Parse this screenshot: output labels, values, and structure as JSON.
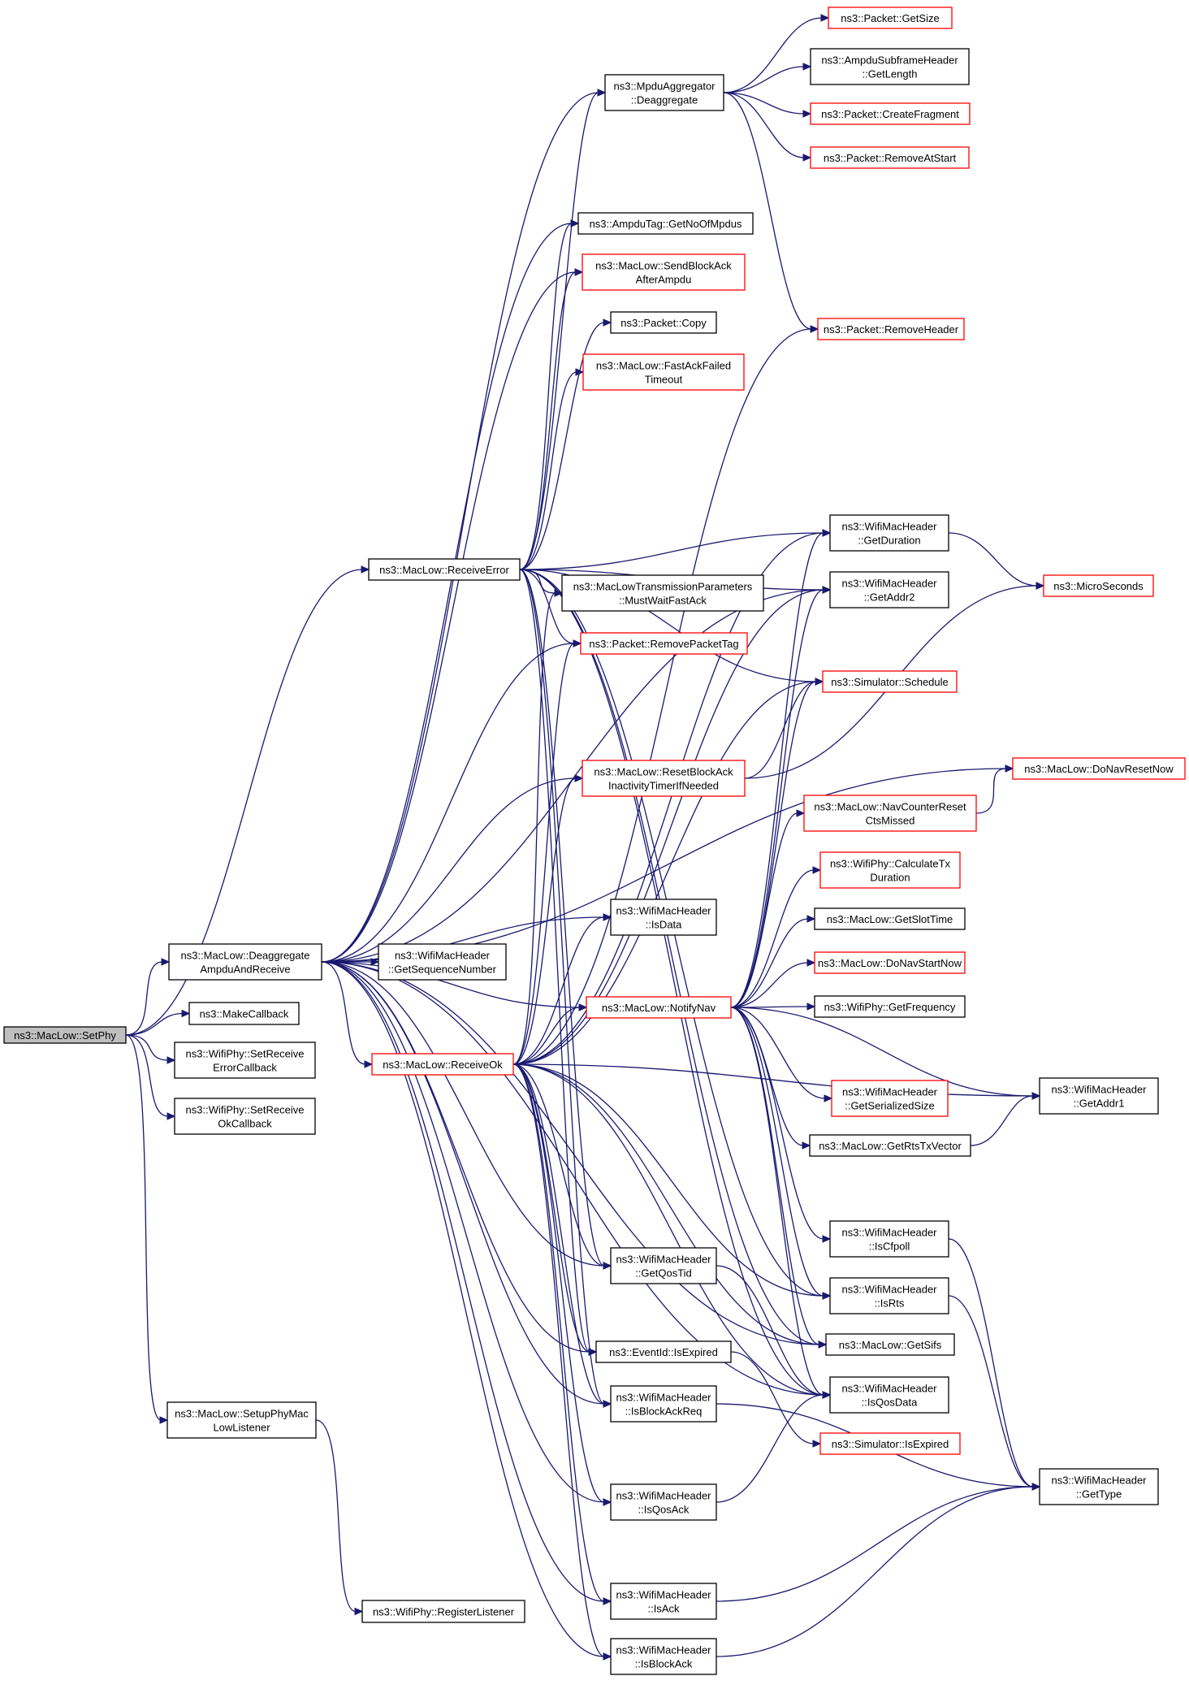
{
  "colors": {
    "edge": "#191970",
    "node_border": "#000000",
    "missing_border": "#ff0000",
    "root_fill": "#bfbfbf"
  },
  "nodes": {
    "setphy": {
      "lines": [
        "ns3::MacLow::SetPhy"
      ],
      "style": "root"
    },
    "deagg_recv": {
      "lines": [
        "ns3::MacLow::Deaggregate",
        "AmpduAndReceive"
      ],
      "style": "normal"
    },
    "makecallback": {
      "lines": [
        "ns3::MakeCallback"
      ],
      "style": "normal"
    },
    "setrecverr": {
      "lines": [
        "ns3::WifiPhy::SetReceive",
        "ErrorCallback"
      ],
      "style": "normal"
    },
    "setrecvok": {
      "lines": [
        "ns3::WifiPhy::SetReceive",
        "OkCallback"
      ],
      "style": "normal"
    },
    "setupphy": {
      "lines": [
        "ns3::MacLow::SetupPhyMac",
        "LowListener"
      ],
      "style": "normal"
    },
    "recverror": {
      "lines": [
        "ns3::MacLow::ReceiveError"
      ],
      "style": "normal"
    },
    "recvok": {
      "lines": [
        "ns3::MacLow::ReceiveOk"
      ],
      "style": "red"
    },
    "getseqnum": {
      "lines": [
        "ns3::WifiMacHeader",
        "::GetSequenceNumber"
      ],
      "style": "normal"
    },
    "mpdu_deagg": {
      "lines": [
        "ns3::MpduAggregator",
        "::Deaggregate"
      ],
      "style": "normal"
    },
    "getnoofmpdus": {
      "lines": [
        "ns3::AmpduTag::GetNoOfMpdus"
      ],
      "style": "normal"
    },
    "sendblockack": {
      "lines": [
        "ns3::MacLow::SendBlockAck",
        "AfterAmpdu"
      ],
      "style": "red"
    },
    "pktcopy": {
      "lines": [
        "ns3::Packet::Copy"
      ],
      "style": "normal"
    },
    "fastackfailed": {
      "lines": [
        "ns3::MacLow::FastAckFailed",
        "Timeout"
      ],
      "style": "red"
    },
    "mustwait": {
      "lines": [
        "ns3::MacLowTransmissionParameters",
        "::MustWaitFastAck"
      ],
      "style": "normal"
    },
    "removepkttag": {
      "lines": [
        "ns3::Packet::RemovePacketTag"
      ],
      "style": "red"
    },
    "resetblockack": {
      "lines": [
        "ns3::MacLow::ResetBlockAck",
        "InactivityTimerIfNeeded"
      ],
      "style": "red"
    },
    "isdata": {
      "lines": [
        "ns3::WifiMacHeader",
        "::IsData"
      ],
      "style": "normal"
    },
    "notifynav": {
      "lines": [
        "ns3::MacLow::NotifyNav"
      ],
      "style": "red"
    },
    "getqostid": {
      "lines": [
        "ns3::WifiMacHeader",
        "::GetQosTid"
      ],
      "style": "normal"
    },
    "eventexpired": {
      "lines": [
        "ns3::EventId::IsExpired"
      ],
      "style": "normal"
    },
    "isblockackreq": {
      "lines": [
        "ns3::WifiMacHeader",
        "::IsBlockAckReq"
      ],
      "style": "normal"
    },
    "isqosack": {
      "lines": [
        "ns3::WifiMacHeader",
        "::IsQosAck"
      ],
      "style": "normal"
    },
    "isack": {
      "lines": [
        "ns3::WifiMacHeader",
        "::IsAck"
      ],
      "style": "normal"
    },
    "isblockack": {
      "lines": [
        "ns3::WifiMacHeader",
        "::IsBlockAck"
      ],
      "style": "normal"
    },
    "reglistener": {
      "lines": [
        "ns3::WifiPhy::RegisterListener"
      ],
      "style": "normal"
    },
    "getsize": {
      "lines": [
        "ns3::Packet::GetSize"
      ],
      "style": "red"
    },
    "subframelen": {
      "lines": [
        "ns3::AmpduSubframeHeader",
        "::GetLength"
      ],
      "style": "normal"
    },
    "createfrag": {
      "lines": [
        "ns3::Packet::CreateFragment"
      ],
      "style": "red"
    },
    "removeatstart": {
      "lines": [
        "ns3::Packet::RemoveAtStart"
      ],
      "style": "red"
    },
    "removeheader": {
      "lines": [
        "ns3::Packet::RemoveHeader"
      ],
      "style": "red"
    },
    "getduration": {
      "lines": [
        "ns3::WifiMacHeader",
        "::GetDuration"
      ],
      "style": "normal"
    },
    "getaddr2": {
      "lines": [
        "ns3::WifiMacHeader",
        "::GetAddr2"
      ],
      "style": "normal"
    },
    "schedule": {
      "lines": [
        "ns3::Simulator::Schedule"
      ],
      "style": "red"
    },
    "navcounterreset": {
      "lines": [
        "ns3::MacLow::NavCounterReset",
        "CtsMissed"
      ],
      "style": "red"
    },
    "calctx": {
      "lines": [
        "ns3::WifiPhy::CalculateTx",
        "Duration"
      ],
      "style": "red"
    },
    "getslottime": {
      "lines": [
        "ns3::MacLow::GetSlotTime"
      ],
      "style": "normal"
    },
    "donavstart": {
      "lines": [
        "ns3::MacLow::DoNavStartNow"
      ],
      "style": "red"
    },
    "getfreq": {
      "lines": [
        "ns3::WifiPhy::GetFrequency"
      ],
      "style": "normal"
    },
    "getserialsize": {
      "lines": [
        "ns3::WifiMacHeader",
        "::GetSerializedSize"
      ],
      "style": "red"
    },
    "getrtstx": {
      "lines": [
        "ns3::MacLow::GetRtsTxVector"
      ],
      "style": "normal"
    },
    "iscfpoll": {
      "lines": [
        "ns3::WifiMacHeader",
        "::IsCfpoll"
      ],
      "style": "normal"
    },
    "isrts": {
      "lines": [
        "ns3::WifiMacHeader",
        "::IsRts"
      ],
      "style": "normal"
    },
    "getsifs": {
      "lines": [
        "ns3::MacLow::GetSifs"
      ],
      "style": "normal"
    },
    "isqosdata": {
      "lines": [
        "ns3::WifiMacHeader",
        "::IsQosData"
      ],
      "style": "normal"
    },
    "simisexpired": {
      "lines": [
        "ns3::Simulator::IsExpired"
      ],
      "style": "red"
    },
    "microseconds": {
      "lines": [
        "ns3::MicroSeconds"
      ],
      "style": "red"
    },
    "donavreset": {
      "lines": [
        "ns3::MacLow::DoNavResetNow"
      ],
      "style": "red"
    },
    "getaddr1": {
      "lines": [
        "ns3::WifiMacHeader",
        "::GetAddr1"
      ],
      "style": "normal"
    },
    "gettype": {
      "lines": [
        "ns3::WifiMacHeader",
        "::GetType"
      ],
      "style": "normal"
    }
  },
  "edges": [
    [
      "setphy",
      "deagg_recv"
    ],
    [
      "setphy",
      "makecallback"
    ],
    [
      "setphy",
      "setrecverr"
    ],
    [
      "setphy",
      "setrecvok"
    ],
    [
      "setphy",
      "setupphy"
    ],
    [
      "setphy",
      "recverror"
    ],
    [
      "deagg_recv",
      "getseqnum"
    ],
    [
      "deagg_recv",
      "mpdu_deagg"
    ],
    [
      "deagg_recv",
      "getnoofmpdus"
    ],
    [
      "deagg_recv",
      "sendblockack"
    ],
    [
      "deagg_recv",
      "removepkttag"
    ],
    [
      "deagg_recv",
      "resetblockack"
    ],
    [
      "deagg_recv",
      "isdata"
    ],
    [
      "deagg_recv",
      "notifynav"
    ],
    [
      "deagg_recv",
      "recvok"
    ],
    [
      "deagg_recv",
      "getqostid"
    ],
    [
      "deagg_recv",
      "eventexpired"
    ],
    [
      "deagg_recv",
      "isblockackreq"
    ],
    [
      "deagg_recv",
      "isqosack"
    ],
    [
      "deagg_recv",
      "isack"
    ],
    [
      "deagg_recv",
      "isblockack"
    ],
    [
      "deagg_recv",
      "getaddr2"
    ],
    [
      "deagg_recv",
      "getsifs"
    ],
    [
      "deagg_recv",
      "isqosdata"
    ],
    [
      "deagg_recv",
      "donavreset"
    ],
    [
      "setupphy",
      "reglistener"
    ],
    [
      "recverror",
      "mpdu_deagg"
    ],
    [
      "recverror",
      "getnoofmpdus"
    ],
    [
      "recverror",
      "sendblockack"
    ],
    [
      "recverror",
      "pktcopy"
    ],
    [
      "recverror",
      "fastackfailed"
    ],
    [
      "recverror",
      "mustwait"
    ],
    [
      "recverror",
      "removepkttag"
    ],
    [
      "recverror",
      "getduration"
    ],
    [
      "recverror",
      "getaddr2"
    ],
    [
      "recverror",
      "schedule"
    ],
    [
      "recverror",
      "eventexpired"
    ],
    [
      "recverror",
      "getqostid"
    ],
    [
      "recverror",
      "isblockackreq"
    ],
    [
      "recverror",
      "isqosdata"
    ],
    [
      "recverror",
      "isrts"
    ],
    [
      "recverror",
      "getsifs"
    ],
    [
      "recvok",
      "removeheader"
    ],
    [
      "recvok",
      "mustwait"
    ],
    [
      "recvok",
      "removepkttag"
    ],
    [
      "recvok",
      "resetblockack"
    ],
    [
      "recvok",
      "isdata"
    ],
    [
      "recvok",
      "notifynav"
    ],
    [
      "recvok",
      "getqostid"
    ],
    [
      "recvok",
      "eventexpired"
    ],
    [
      "recvok",
      "isblockackreq"
    ],
    [
      "recvok",
      "isqosack"
    ],
    [
      "recvok",
      "isack"
    ],
    [
      "recvok",
      "isblockack"
    ],
    [
      "recvok",
      "getduration"
    ],
    [
      "recvok",
      "getaddr2"
    ],
    [
      "recvok",
      "schedule"
    ],
    [
      "recvok",
      "getaddr1"
    ],
    [
      "recvok",
      "isrts"
    ],
    [
      "recvok",
      "getsifs"
    ],
    [
      "recvok",
      "isqosdata"
    ],
    [
      "mpdu_deagg",
      "getsize"
    ],
    [
      "mpdu_deagg",
      "subframelen"
    ],
    [
      "mpdu_deagg",
      "createfrag"
    ],
    [
      "mpdu_deagg",
      "removeatstart"
    ],
    [
      "mpdu_deagg",
      "removeheader"
    ],
    [
      "resetblockack",
      "schedule"
    ],
    [
      "resetblockack",
      "microseconds"
    ],
    [
      "getduration",
      "microseconds"
    ],
    [
      "notifynav",
      "getduration"
    ],
    [
      "notifynav",
      "getaddr2"
    ],
    [
      "notifynav",
      "schedule"
    ],
    [
      "notifynav",
      "navcounterreset"
    ],
    [
      "notifynav",
      "calctx"
    ],
    [
      "notifynav",
      "getslottime"
    ],
    [
      "notifynav",
      "donavstart"
    ],
    [
      "notifynav",
      "getfreq"
    ],
    [
      "notifynav",
      "getserialsize"
    ],
    [
      "notifynav",
      "getrtstx"
    ],
    [
      "notifynav",
      "getaddr1"
    ],
    [
      "notifynav",
      "iscfpoll"
    ],
    [
      "notifynav",
      "isrts"
    ],
    [
      "notifynav",
      "getsifs"
    ],
    [
      "notifynav",
      "isqosdata"
    ],
    [
      "navcounterreset",
      "donavreset"
    ],
    [
      "getrtstx",
      "getaddr1"
    ],
    [
      "getqostid",
      "isqosdata"
    ],
    [
      "eventexpired",
      "simisexpired"
    ],
    [
      "isblockackreq",
      "gettype"
    ],
    [
      "isqosack",
      "isqosdata"
    ],
    [
      "isack",
      "gettype"
    ],
    [
      "isblockack",
      "gettype"
    ],
    [
      "iscfpoll",
      "gettype"
    ],
    [
      "isrts",
      "gettype"
    ]
  ]
}
